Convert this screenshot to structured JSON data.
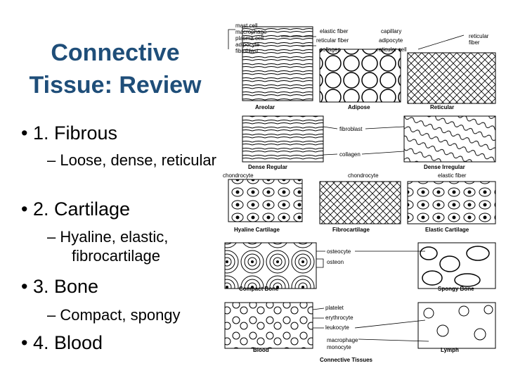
{
  "slide": {
    "title_line1": "Connective",
    "title_line2": "Tissue: Review",
    "bullets": [
      {
        "label": "• 1. Fibrous",
        "sub": "– Loose, dense, reticular"
      },
      {
        "label": "• 2. Cartilage",
        "sub": "– Hyaline, elastic, fibrocartilage"
      },
      {
        "label": "• 3. Bone",
        "sub": "– Compact, spongy"
      },
      {
        "label": "• 4. Blood",
        "sub": ""
      }
    ]
  },
  "figure": {
    "caption": "Connective Tissues",
    "panel_labels": {
      "areolar": "Areolar",
      "adipose": "Adipose",
      "reticular": "Reticular",
      "dense_regular": "Dense Regular",
      "dense_irregular": "Dense Irregular",
      "hyaline": "Hyaline Cartilage",
      "fibrocartilage": "Fibrocartilage",
      "elastic": "Elastic Cartilage",
      "compact_bone": "Compact Bone",
      "spongy_bone": "Spongy Bone",
      "blood": "Blood",
      "lymph": "Lymph"
    },
    "callouts": {
      "mast_cell": "mast cell",
      "macrophage": "macrophage",
      "plasma_cell": "plasma cell",
      "adipocyte": "adipocyte",
      "fibroblast": "fibroblast",
      "elastic_fiber": "elastic fiber",
      "reticular_fiber_mid": "reticular fiber",
      "collagen": "collagen",
      "capillary": "capillary",
      "adipocyte_mid": "adipocyte",
      "reticular_cell": "reticular cell",
      "reticular_fiber_right": "reticular\nfiber",
      "fibroblast_dense": "fibroblast",
      "collagen_dense": "collagen",
      "chondrocyte_left": "chondrocyte",
      "chondrocyte_mid": "chondrocyte",
      "elastic_fiber_cart": "elastic fiber",
      "osteocyte": "osteocyte",
      "osteon": "osteon",
      "platelet": "platelet",
      "erythrocyte": "erythrocyte",
      "leukocyte": "leukocyte",
      "macrophage_blood": "macrophage",
      "monocyte": "monocyte"
    }
  }
}
